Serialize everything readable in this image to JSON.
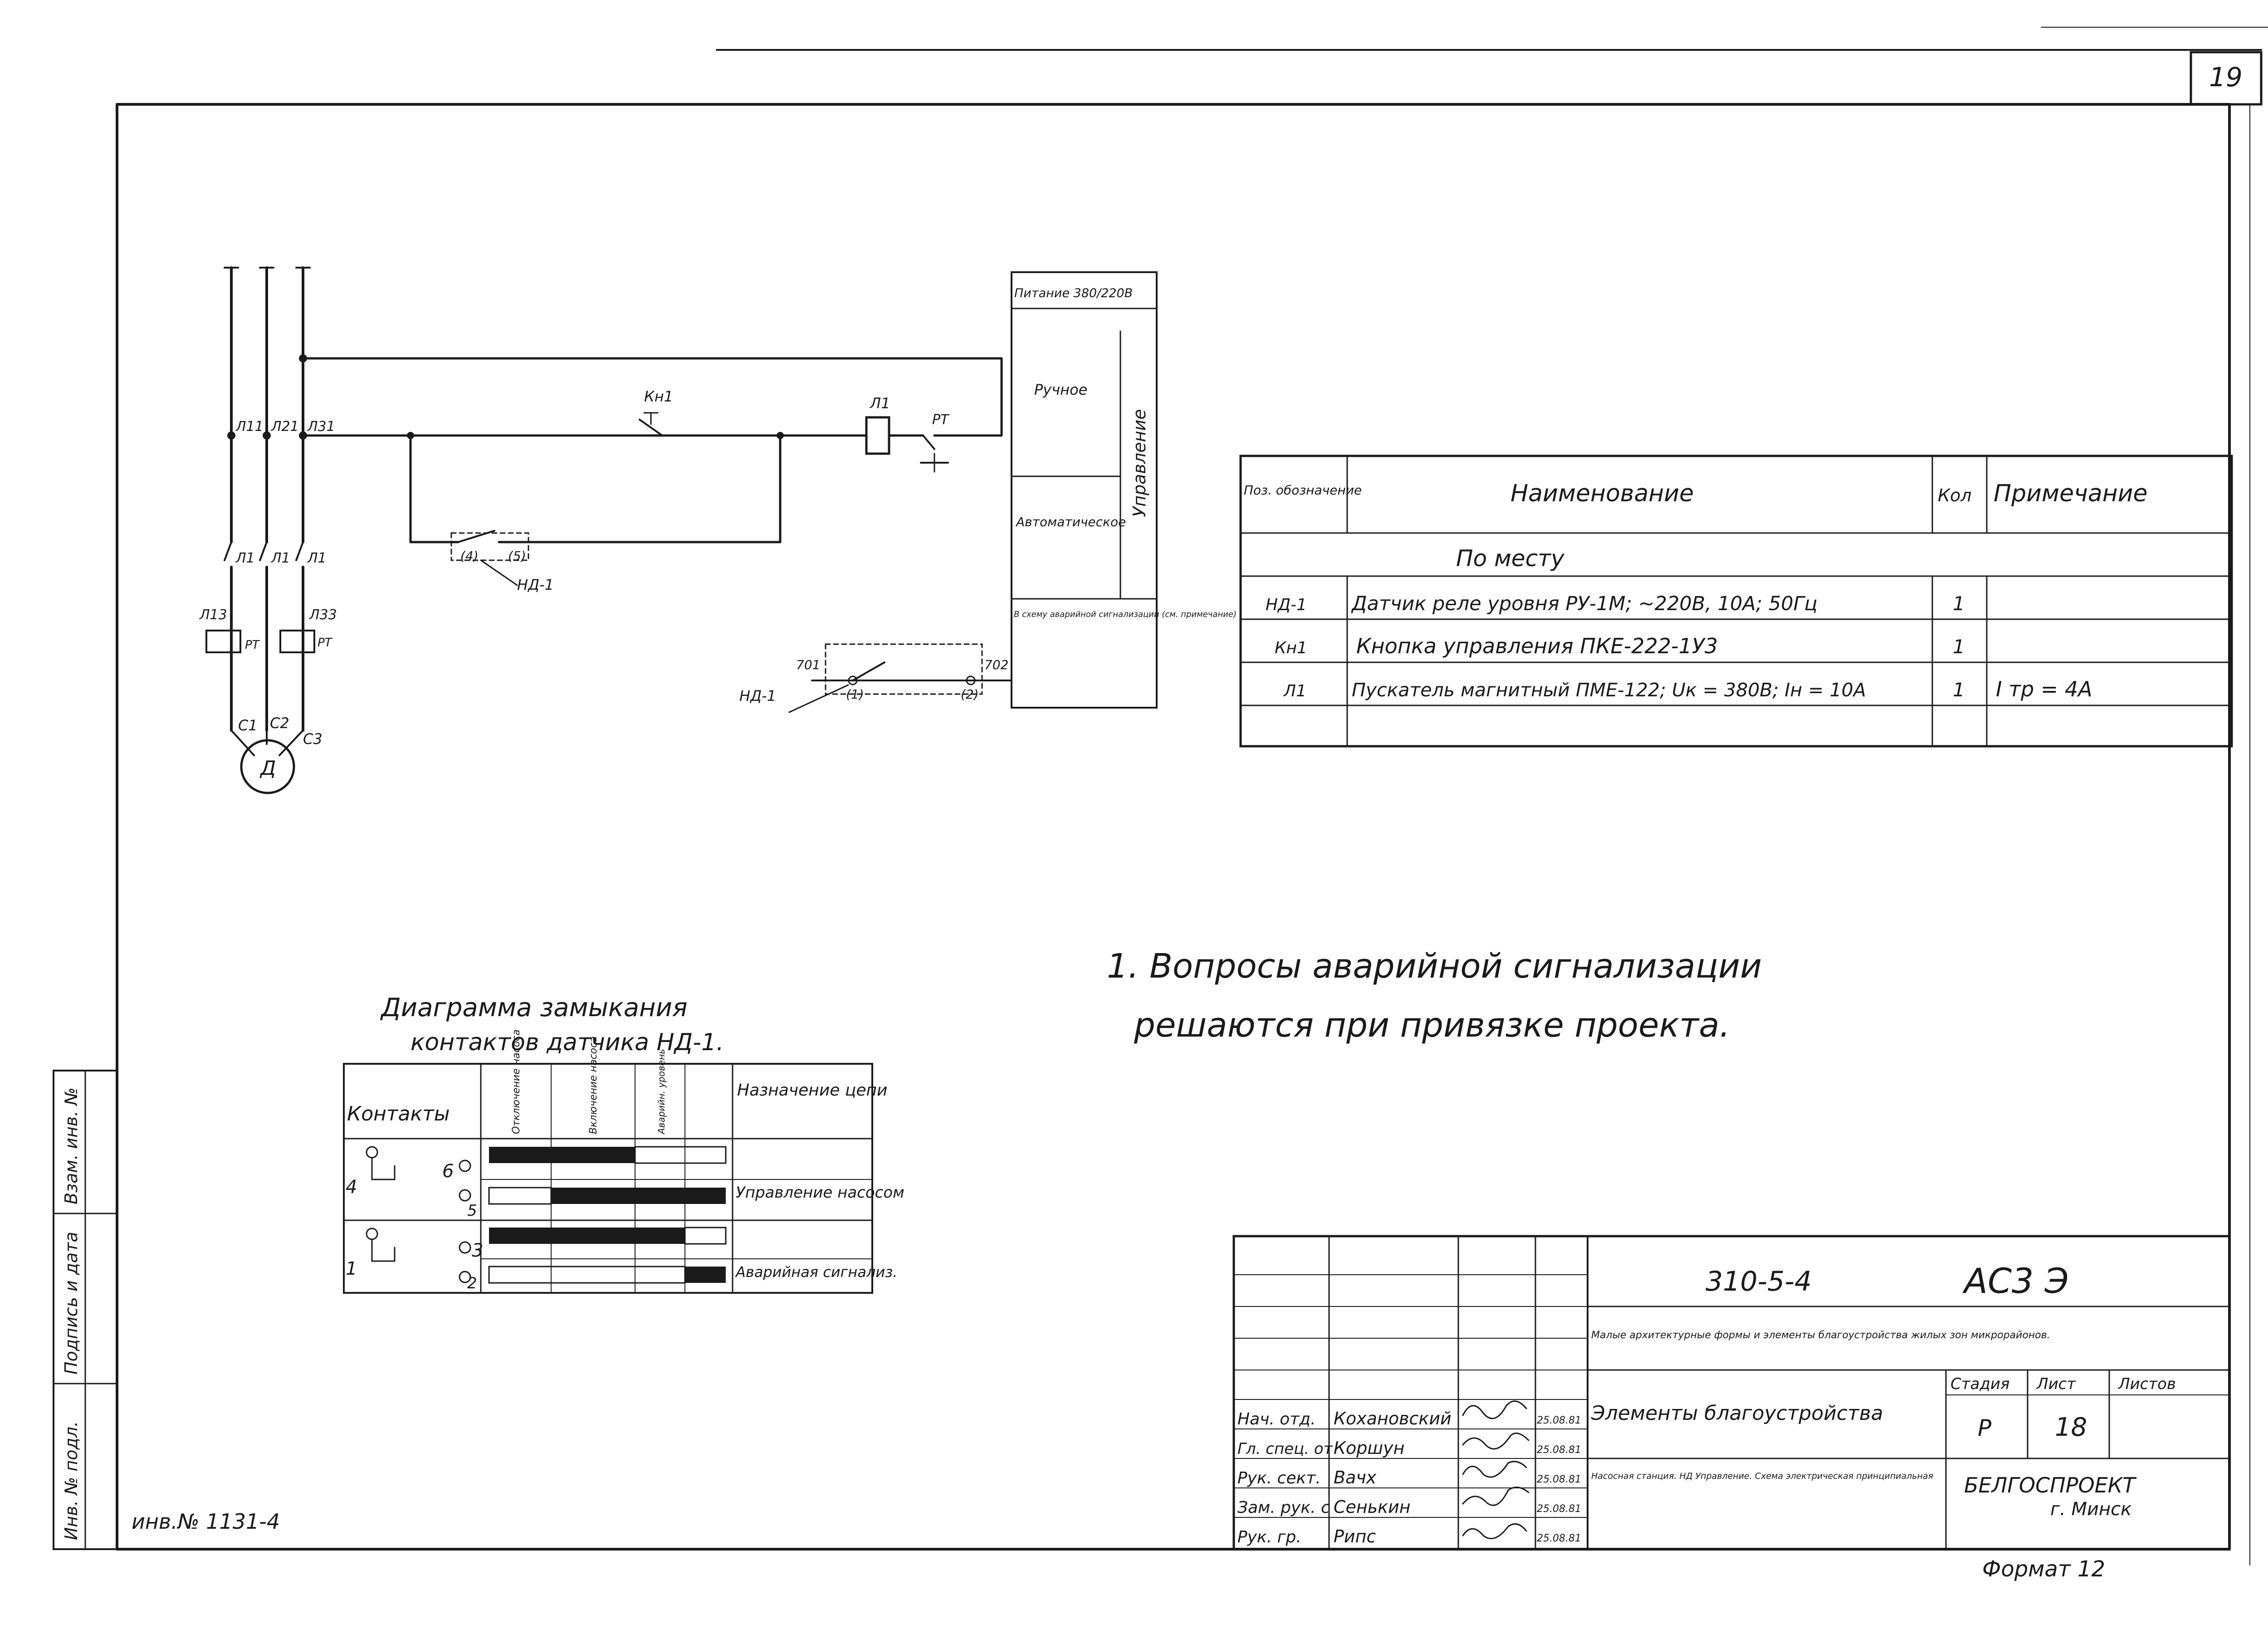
{
  "sheet": {
    "page_number": "19",
    "side_stamps": [
      "Инв. № подл.",
      "Подпись и дата",
      "Взам. инв. №"
    ],
    "inventory_note": "инв.№ 1131-4",
    "format_note": "Формат 12"
  },
  "schematic": {
    "wire_labels": [
      "Л11",
      "Л21",
      "Л31",
      "Л1",
      "Л1",
      "Л1",
      "Л13",
      "Л33",
      "РТ",
      "РТ",
      "С1",
      "С2",
      "С3",
      "Д"
    ],
    "control_labels": [
      "Кн1",
      "Л1",
      "РТ",
      "(4)",
      "(5)",
      "НД-1"
    ],
    "alarm_labels": [
      "701",
      "702",
      "(1)",
      "(2)",
      "НД-1"
    ],
    "mode_table": {
      "header": "Питание 380/220В",
      "rows": [
        "Ручное",
        "Автоматическое"
      ],
      "side_label": "Управление",
      "alarm_note": "В схему аварийной сигнализации (см. примечание)"
    }
  },
  "spec_table": {
    "headers": [
      "Поз. обозначение",
      "Наименование",
      "Кол",
      "Примечание"
    ],
    "section": "По месту",
    "rows": [
      {
        "pos": "НД-1",
        "name": "Датчик реле уровня РУ-1М; ~220В, 10А; 50Гц",
        "qty": "1",
        "note": ""
      },
      {
        "pos": "Кн1",
        "name": "Кнопка управления ПКЕ-222-1У3",
        "qty": "1",
        "note": ""
      },
      {
        "pos": "Л1",
        "name": "Пускатель магнитный ПМЕ-122; Uк = 380В; Iн = 10А",
        "qty": "1",
        "note": "I тр = 4А"
      }
    ]
  },
  "contact_diagram": {
    "title_line1": "Диаграмма замыкания",
    "title_line2": "контактов датчика НД-1.",
    "headers": [
      "Контакты",
      "Отключение насоса",
      "Включение насоса",
      "Аварийн. уровень",
      "Назначение цепи"
    ],
    "groups": [
      {
        "contacts": [
          "4",
          "6",
          "5"
        ],
        "purpose": "Управление насосом"
      },
      {
        "contacts": [
          "1",
          "3",
          "2"
        ],
        "purpose": "Аварийная сигнализ."
      }
    ]
  },
  "note": {
    "line1": "1. Вопросы аварийной сигнализации",
    "line2": "решаются при привязке проекта."
  },
  "title_block": {
    "code": "310-5-4",
    "mark": "АС3 Э",
    "project": "Малые архитектурные формы и элементы благоустройства жилых зон микрорайонов.",
    "part": "Элементы благоустройства",
    "sheet_title": "Насосная станция. НД Управление. Схема электрическая принципиальная",
    "headers": {
      "stage": "Стадия",
      "sheet": "Лист",
      "sheets": "Листов"
    },
    "stage": "Р",
    "sheet_no": "18",
    "sheets_total": "",
    "org": "БЕЛГОСПРОЕКТ",
    "city": "г. Минск",
    "staff": [
      {
        "role": "Нач. отд.",
        "name": "Кохановский",
        "date": "25.08.81"
      },
      {
        "role": "Гл. спец. от",
        "name": "Коршун",
        "date": "25.08.81"
      },
      {
        "role": "Рук. сект.",
        "name": "Вачх",
        "date": "25.08.81"
      },
      {
        "role": "Зам. рук. с",
        "name": "Сенькин",
        "date": "25.08.81"
      },
      {
        "role": "Рук. гр.",
        "name": "Рипс",
        "date": "25.08.81"
      }
    ]
  }
}
